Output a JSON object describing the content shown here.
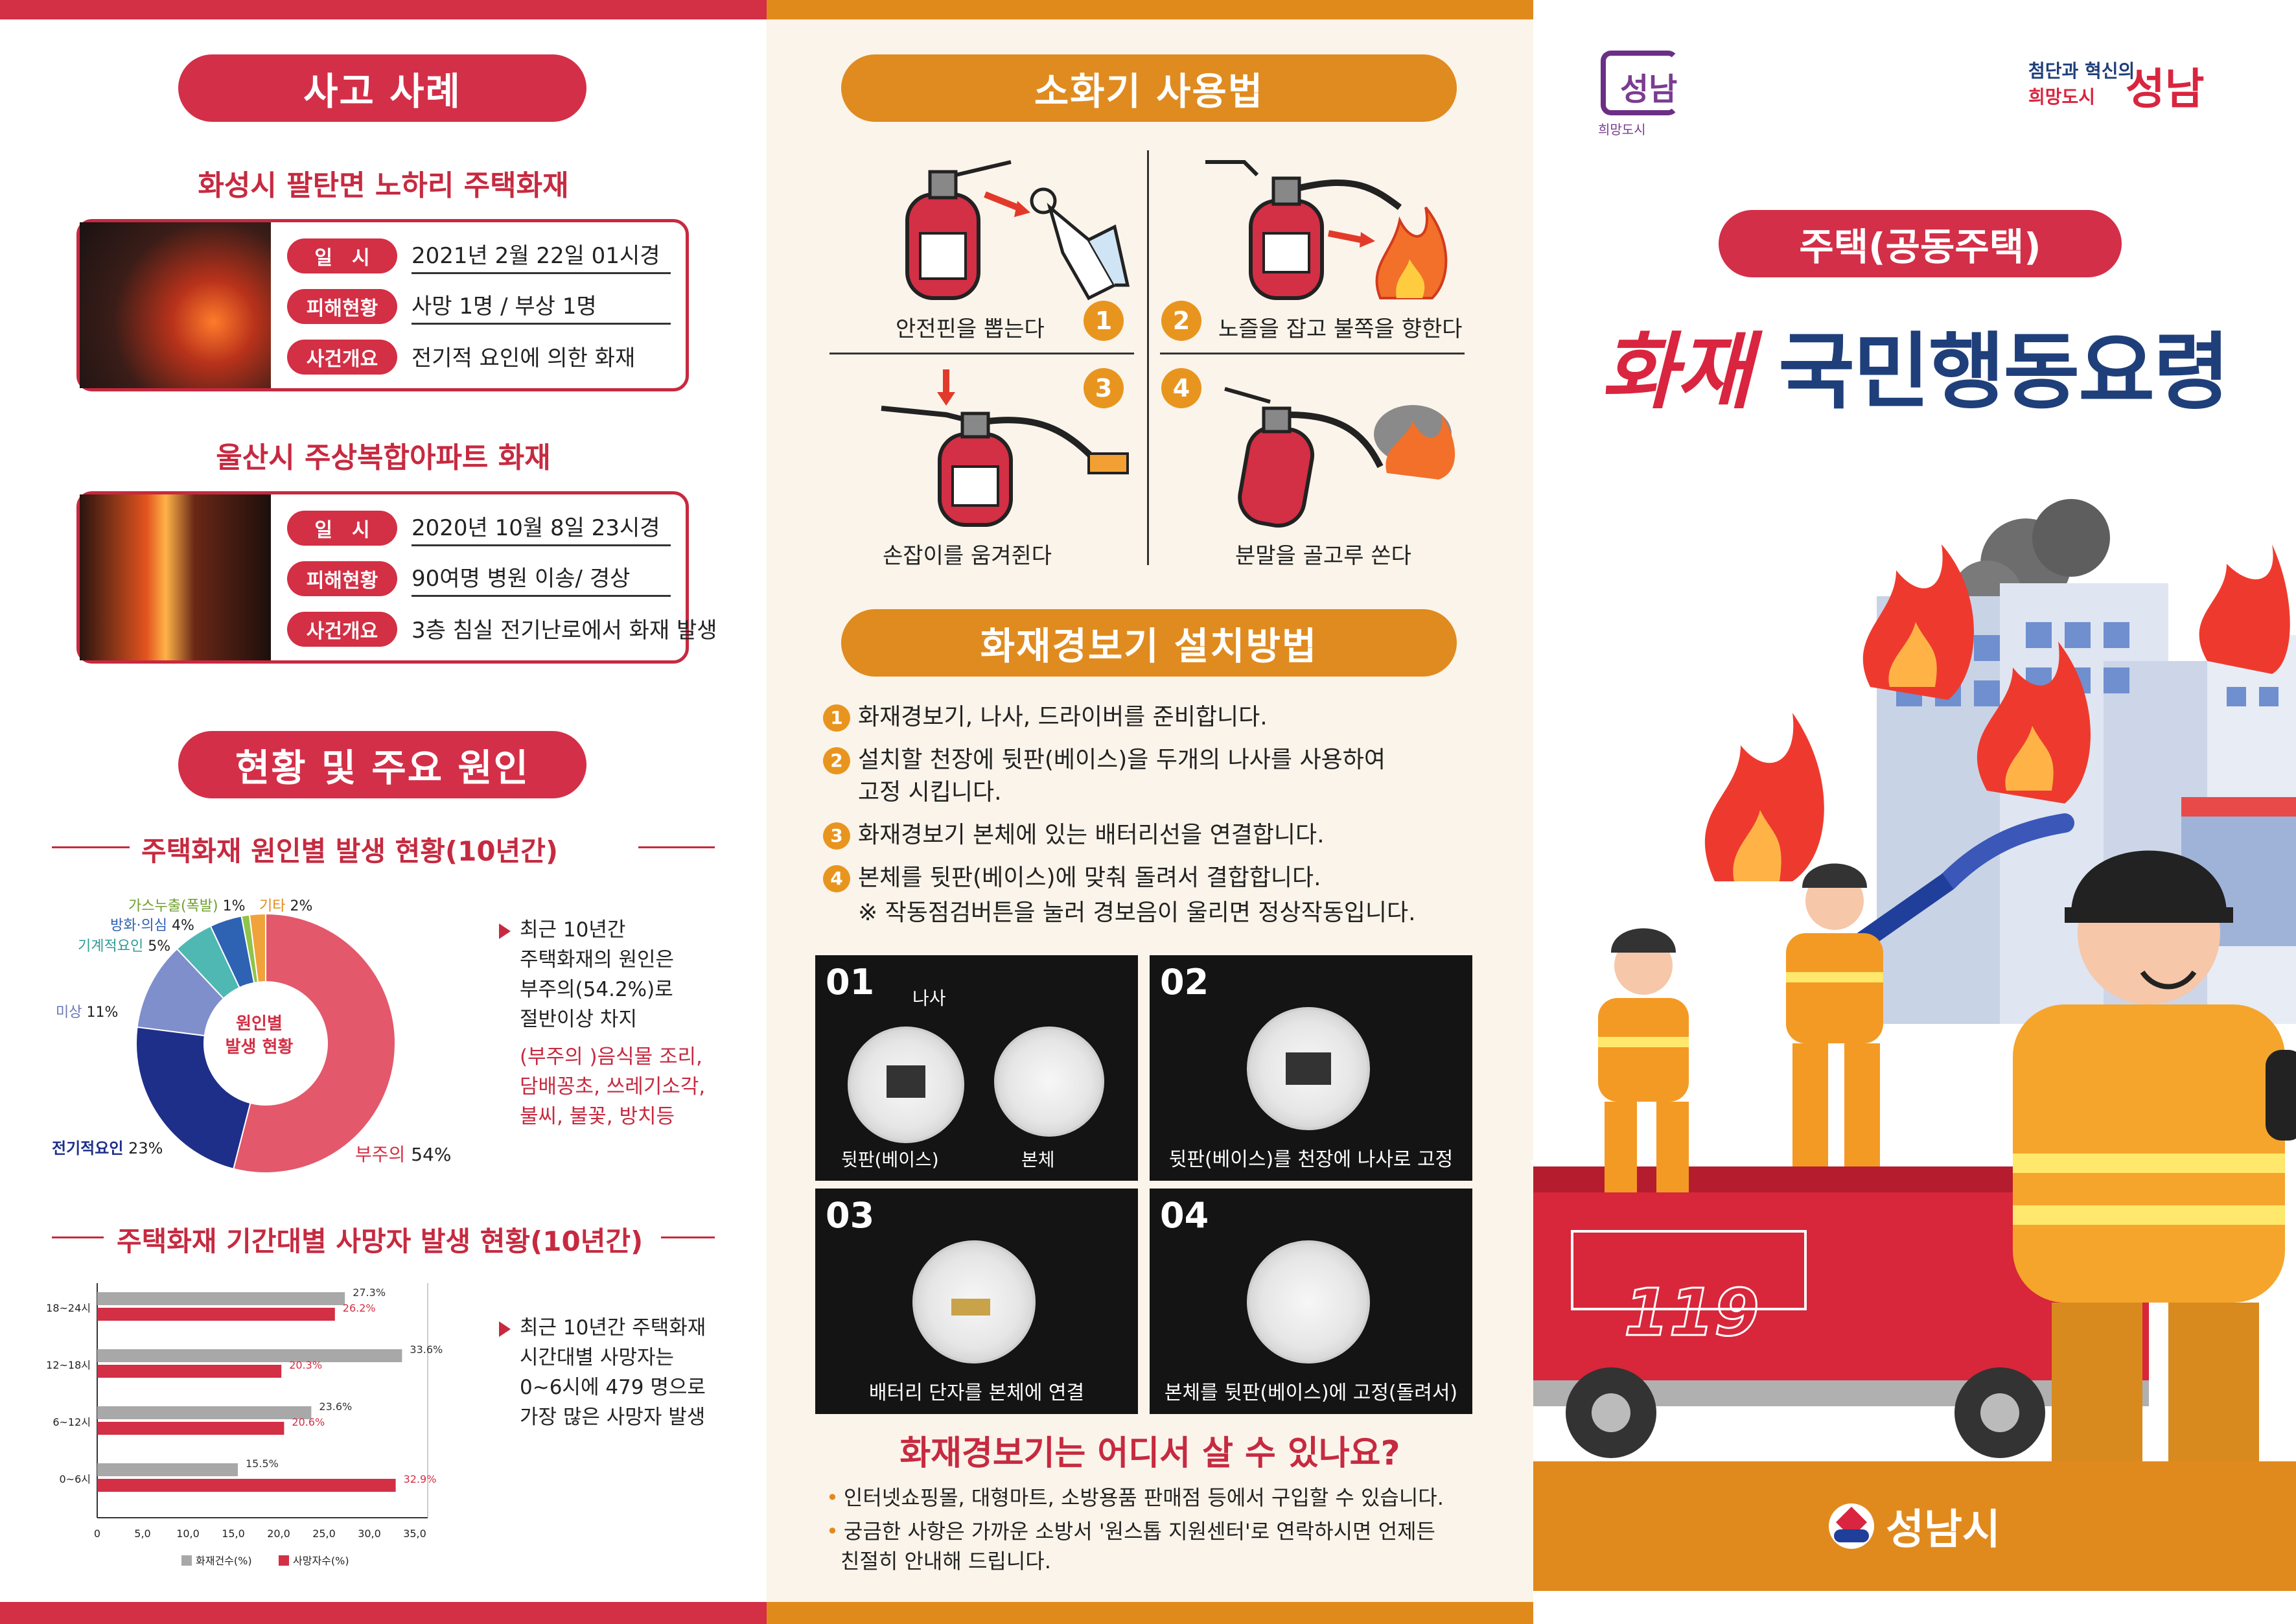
{
  "colors": {
    "red": "#d32f45",
    "orange": "#e18a1c",
    "navy": "#1f3f7a"
  },
  "panel1": {
    "accident_title": "사고 사례",
    "case1": {
      "title": "화성시 팔탄면 노하리 주택화재",
      "rows": [
        {
          "tag": "일　시",
          "value": "2021년 2월 22일 01시경"
        },
        {
          "tag": "피해현황",
          "value": "사망 1명 / 부상 1명"
        },
        {
          "tag": "사건개요",
          "value": "전기적 요인에 의한 화재"
        }
      ]
    },
    "case2": {
      "title": "울산시 주상복합아파트 화재",
      "rows": [
        {
          "tag": "일　시",
          "value": "2020년 10월 8일 23시경"
        },
        {
          "tag": "피해현황",
          "value": "90여명 병원 이송/ 경상"
        },
        {
          "tag": "사건개요",
          "value": "3층 침실 전기난로에서 화재 발생"
        }
      ]
    },
    "status_title": "현황 및 주요 원인",
    "pie_section_title": "주택화재 원인별 발생 현황(10년간)",
    "pie_center": {
      "line1": "원인별",
      "line2": "발생 현황"
    },
    "pie_note": {
      "lines": [
        "최근 10년간",
        "주택화재의 원인은",
        "부주의(54.2%)로",
        "절반이상 차지"
      ],
      "red_lines": [
        "(부주의 )음식물 조리,",
        "담배꽁초, 쓰레기소각,",
        "불씨, 불꽃, 방치등"
      ]
    },
    "bar_section_title": "주택화재 기간대별 사망자 발생 현황(10년간)",
    "bar_note": [
      "최근 10년간 주택화재",
      "시간대별 사망자는",
      "0~6시에 479 명으로",
      "가장 많은 사망자 발생"
    ]
  },
  "chart_data": [
    {
      "type": "pie",
      "title": "주택화재 원인별 발생 현황(10년간)",
      "slices": [
        {
          "label": "부주의",
          "value": 54,
          "value_label": "54%",
          "color": "#e3586b"
        },
        {
          "label": "전기적요인",
          "value": 23,
          "value_label": "23%",
          "color": "#1e2f8a"
        },
        {
          "label": "미상",
          "value": 11,
          "value_label": "11%",
          "color": "#7f8fcc"
        },
        {
          "label": "기계적요인",
          "value": 5,
          "value_label": "5%",
          "color": "#4fb8b2"
        },
        {
          "label": "방화·의심",
          "value": 4,
          "value_label": "4%",
          "color": "#2e62b3"
        },
        {
          "label": "가스누출(폭발)",
          "value": 1,
          "value_label": "1%",
          "color": "#8fc44a"
        },
        {
          "label": "기타",
          "value": 2,
          "value_label": "2%",
          "color": "#f0a33a"
        }
      ]
    },
    {
      "type": "bar",
      "orientation": "horizontal",
      "title": "주택화재 기간대별 사망자 발생 현황(10년간)",
      "categories": [
        "18~24시",
        "12~18시",
        "6~12시",
        "0~6시"
      ],
      "series": [
        {
          "name": "화재건수(%)",
          "values": [
            27.3,
            33.6,
            23.6,
            15.5
          ],
          "labels": [
            "27.3%",
            "33.6%",
            "23.6%",
            "15.5%"
          ],
          "color": "#a8a8a8"
        },
        {
          "name": "사망자수(%)",
          "values": [
            26.2,
            20.3,
            20.6,
            32.9
          ],
          "labels": [
            "26.2%",
            "20.3%",
            "20.6%",
            "32.9%"
          ],
          "color": "#d32f45"
        }
      ],
      "xlim": [
        0,
        35
      ],
      "xticks": [
        "0",
        "5,0",
        "10,0",
        "15,0",
        "20,0",
        "25,0",
        "30,0",
        "35,0"
      ],
      "legend": "bottom"
    }
  ],
  "panel2": {
    "ext_title": "소화기 사용법",
    "ext_steps": [
      {
        "num": "1",
        "caption": "안전핀을 뽑는다"
      },
      {
        "num": "2",
        "caption": "노즐을 잡고 불쪽을 향한다"
      },
      {
        "num": "3",
        "caption": "손잡이를 움겨쥔다"
      },
      {
        "num": "4",
        "caption": "분말을 골고루 쏜다"
      }
    ],
    "alarm_title": "화재경보기 설치방법",
    "alarm_steps": [
      {
        "num": "1",
        "text": "화재경보기, 나사, 드라이버를 준비합니다."
      },
      {
        "num": "2",
        "text": "설치할 천장에 뒷판(베이스)을 두개의 나사를 사용하여",
        "text2": "고정 시킵니다."
      },
      {
        "num": "3",
        "text": "화재경보기 본체에 있는 배터리선을 연결합니다."
      },
      {
        "num": "4",
        "text": "본체를 뒷판(베이스)에 맞춰 돌려서 결합합니다."
      }
    ],
    "alarm_note": "※ 작동점검버튼을 눌러 경보음이 울리면 정상작동입니다.",
    "photos": [
      {
        "num": "01",
        "caption_left": "뒷판(베이스)",
        "caption_right": "본체",
        "label": "나사"
      },
      {
        "num": "02",
        "caption": "뒷판(베이스)를 천장에 나사로 고정"
      },
      {
        "num": "03",
        "caption": "배터리 단자를 본체에 연결"
      },
      {
        "num": "04",
        "caption": "본체를 뒷판(베이스)에 고정(돌려서)"
      }
    ],
    "buy_title": "화재경보기는 어디서 살 수 있나요?",
    "buy_lines": [
      "인터넷쇼핑몰, 대형마트, 소방용품 판매점 등에서 구입할 수 있습니다.",
      "궁금한 사항은 가까운 소방서 '원스톱 지원센터'로 연락하시면 언제든"
    ],
    "buy_line_cont": "친절히 안내해 드립니다."
  },
  "panel3": {
    "logo_left_text": "희망도시",
    "logo_left_mark": "성남",
    "logo_right": {
      "l1a": "첨단과 ",
      "l1b": "혁신의",
      "l2": "희망도시",
      "city": "성남"
    },
    "pill": "주택(공동주택)",
    "title_red": "화재",
    "title_navy": "국민행동요령",
    "truck_number": "119",
    "footer": "성남시"
  }
}
